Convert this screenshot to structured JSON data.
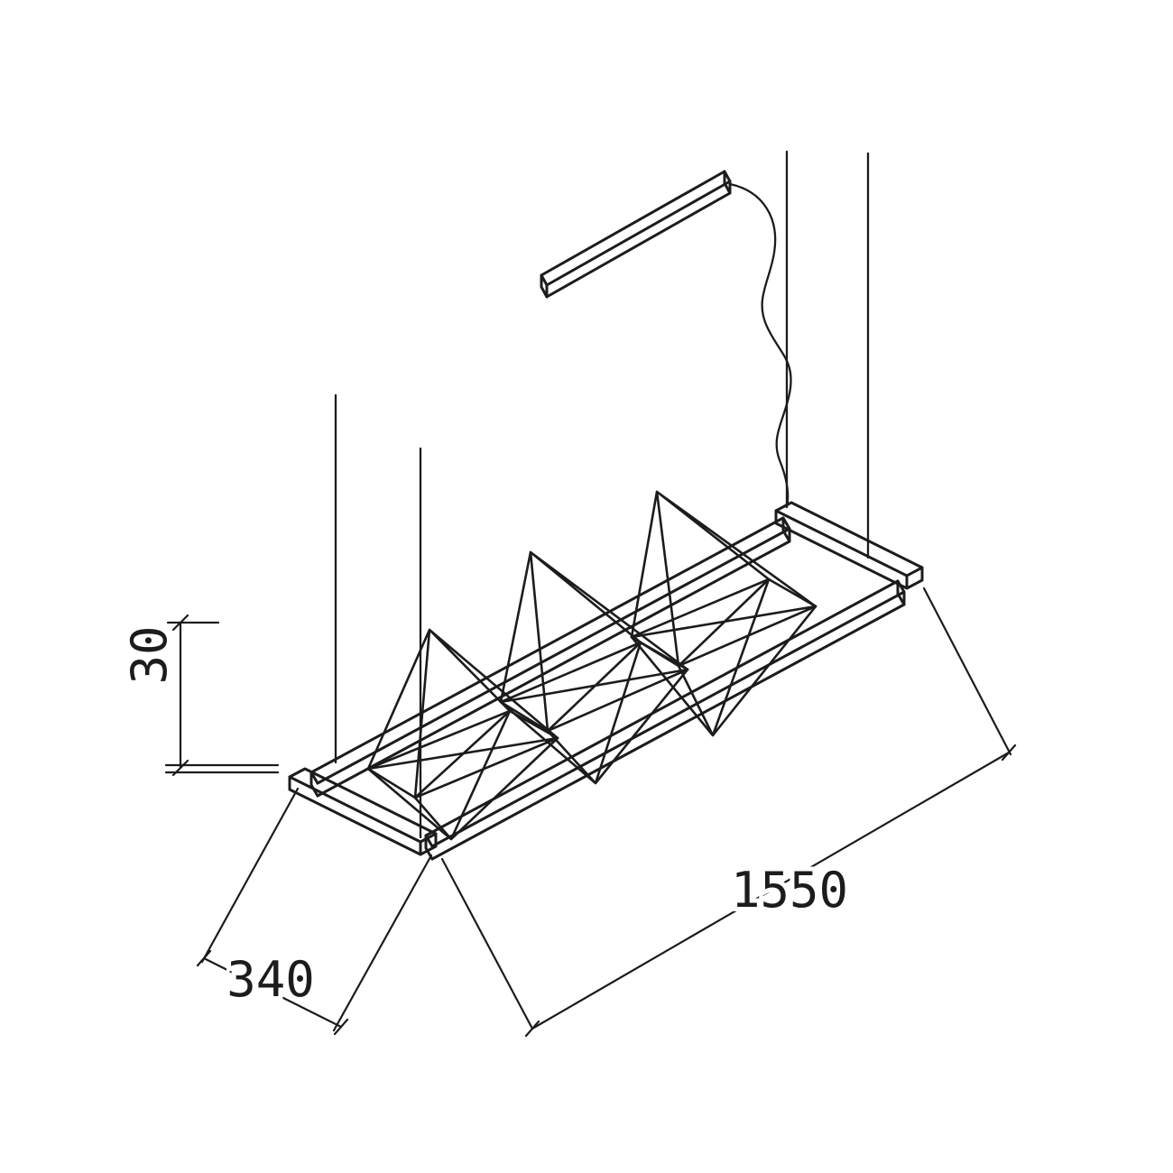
{
  "drawing": {
    "background": "#ffffff",
    "stroke_color": "#1c1c1c",
    "labels": {
      "profile_height": "30",
      "width": "340",
      "length": "1550"
    }
  }
}
